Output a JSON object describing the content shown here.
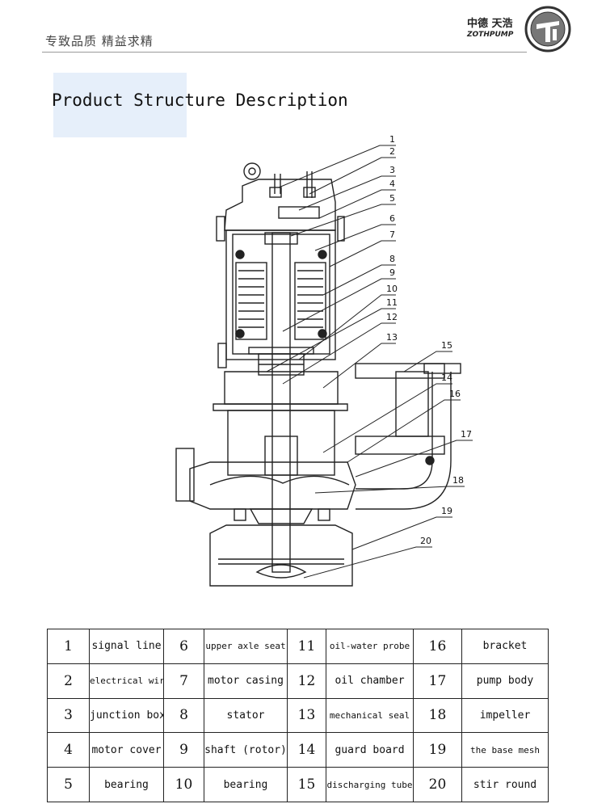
{
  "header": {
    "slogan": "专致品质  精益求精",
    "brand_cn": "中德 天浩",
    "brand_en": "ZOTHPUMP"
  },
  "title": "Product Structure Description",
  "diagram": {
    "callouts": [
      "1",
      "2",
      "3",
      "4",
      "5",
      "6",
      "7",
      "8",
      "9",
      "10",
      "11",
      "12",
      "13",
      "14",
      "15",
      "16",
      "17",
      "18",
      "19",
      "20"
    ]
  },
  "parts_table": {
    "rows": [
      [
        {
          "n": "1",
          "l": "signal line"
        },
        {
          "n": "6",
          "l": "upper axle seat"
        },
        {
          "n": "11",
          "l": "oil-water probe"
        },
        {
          "n": "16",
          "l": "bracket"
        }
      ],
      [
        {
          "n": "2",
          "l": "electrical wiring"
        },
        {
          "n": "7",
          "l": "motor casing"
        },
        {
          "n": "12",
          "l": "oil chamber"
        },
        {
          "n": "17",
          "l": "pump body"
        }
      ],
      [
        {
          "n": "3",
          "l": "junction box"
        },
        {
          "n": "8",
          "l": "stator"
        },
        {
          "n": "13",
          "l": "mechanical seal"
        },
        {
          "n": "18",
          "l": "impeller"
        }
      ],
      [
        {
          "n": "4",
          "l": "motor cover"
        },
        {
          "n": "9",
          "l": "shaft (rotor)"
        },
        {
          "n": "14",
          "l": "guard board"
        },
        {
          "n": "19",
          "l": "the base mesh"
        }
      ],
      [
        {
          "n": "5",
          "l": "bearing"
        },
        {
          "n": "10",
          "l": "bearing"
        },
        {
          "n": "15",
          "l": "discharging tube"
        },
        {
          "n": "20",
          "l": "stir round"
        }
      ]
    ]
  }
}
